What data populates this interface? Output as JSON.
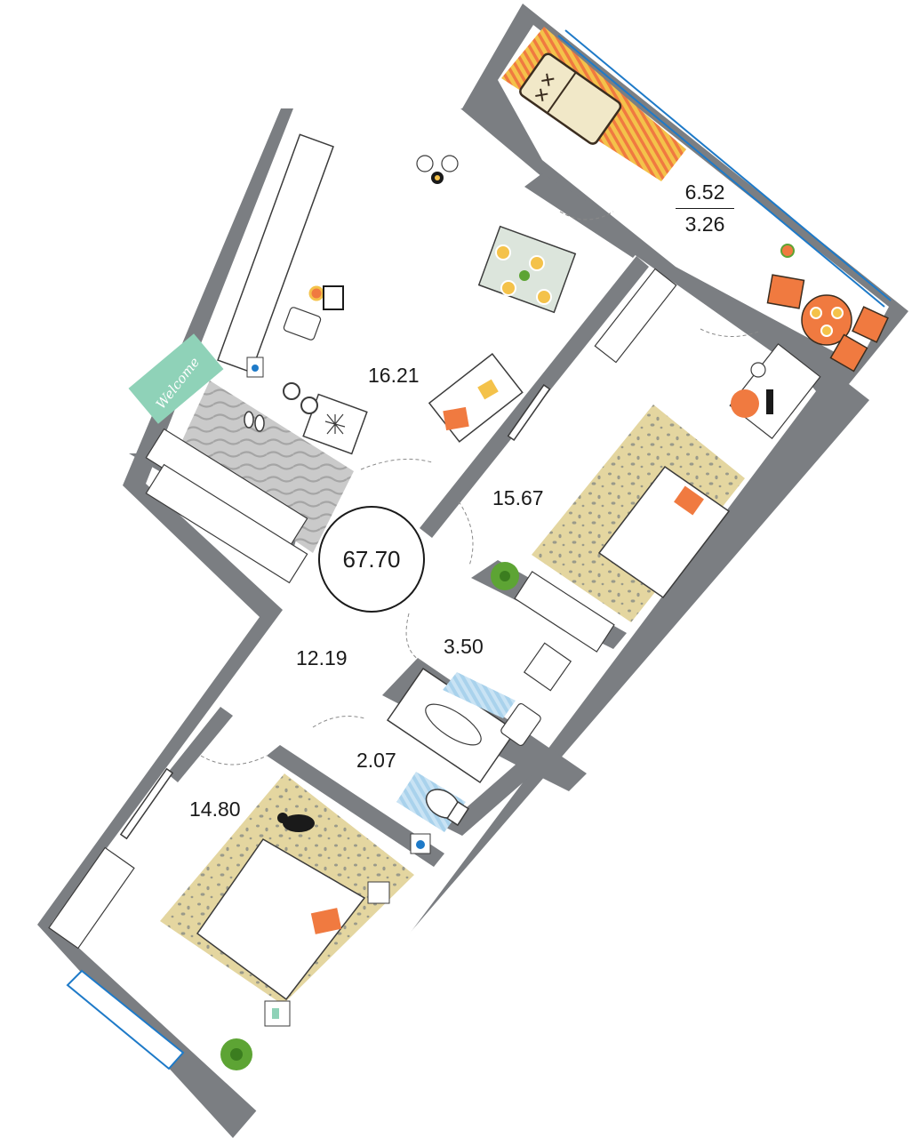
{
  "plan": {
    "total_area": "67.70",
    "rooms": [
      {
        "id": "kitchen",
        "area": "16.21"
      },
      {
        "id": "bedroom-right",
        "area": "15.67"
      },
      {
        "id": "hallway",
        "area": "12.19"
      },
      {
        "id": "bathroom",
        "area": "3.50"
      },
      {
        "id": "toilet",
        "area": "2.07"
      },
      {
        "id": "bedroom-left",
        "area": "14.80"
      }
    ],
    "balcony": {
      "area": "6.52",
      "reduced_area": "3.26"
    },
    "doormat_text": "Welcome"
  },
  "colors": {
    "wall": "#7b7e82",
    "floor": "#ffffff",
    "rug_yellow": "#e4d6a0",
    "rug_grey": "#c9c9c9",
    "accent_orange": "#f07a40",
    "mint": "#8fd2b8",
    "window_blue": "#1e7ac8",
    "plant_green": "#5da434",
    "bath_blue": "#a9d2ec"
  }
}
